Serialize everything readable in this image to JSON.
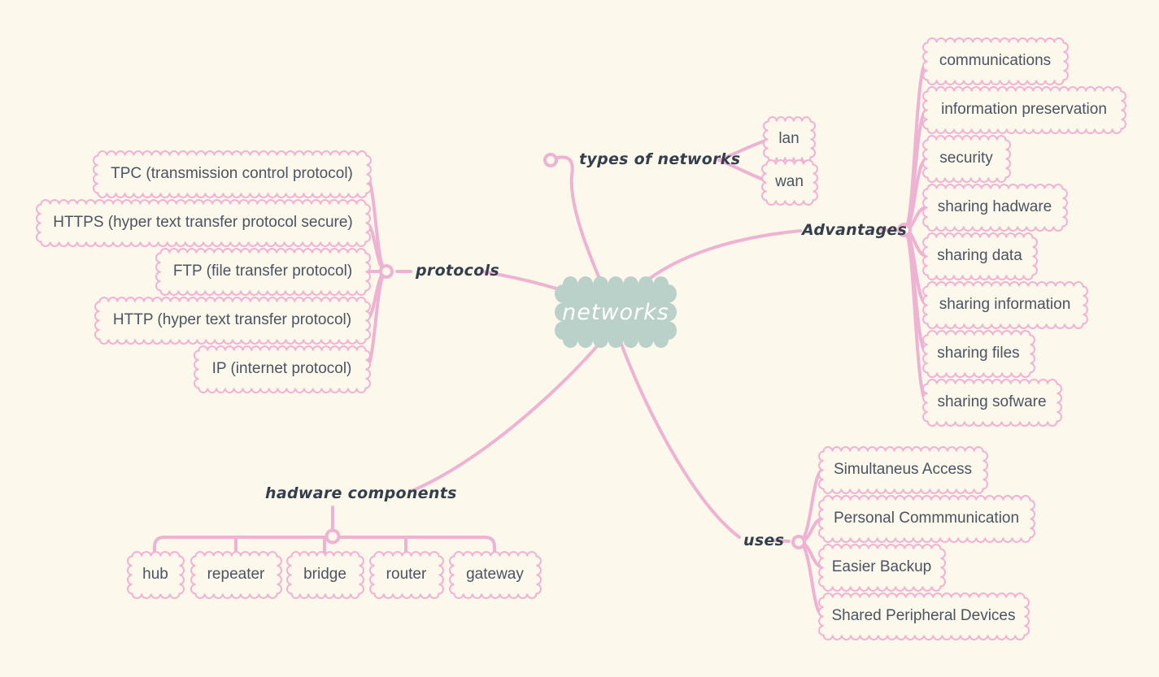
{
  "colors": {
    "background": "#fdf8ec",
    "link": "#eeb2d2",
    "box_border": "#f2b2d3",
    "box_fill": "#fdf8ec",
    "node_text": "#4a5462",
    "branch_label_text": "#333f4c",
    "center_fill": "#b9d1c8",
    "center_text": "#ffffff"
  },
  "diagram": {
    "root": {
      "label": "networks"
    },
    "branches": [
      {
        "label": "types of networks",
        "children": [
          "lan",
          "wan"
        ]
      },
      {
        "label": "Advantages",
        "children": [
          "communications",
          "information preservation",
          "security",
          "sharing hadware",
          "sharing data",
          "sharing information",
          "sharing files",
          "sharing sofware"
        ]
      },
      {
        "label": "protocols",
        "children": [
          "TPC (transmission control protocol)",
          "HTTPS (hyper text transfer protocol secure)",
          "FTP (file transfer protocol)",
          "HTTP (hyper text transfer protocol)",
          "IP (internet protocol)"
        ]
      },
      {
        "label": "hadware components",
        "children": [
          "hub",
          "repeater",
          "bridge",
          "router",
          "gateway"
        ]
      },
      {
        "label": "uses",
        "children": [
          "Simultaneus Access",
          "Personal Commmunication",
          "Easier Backup",
          "Shared Peripheral Devices"
        ]
      }
    ]
  }
}
